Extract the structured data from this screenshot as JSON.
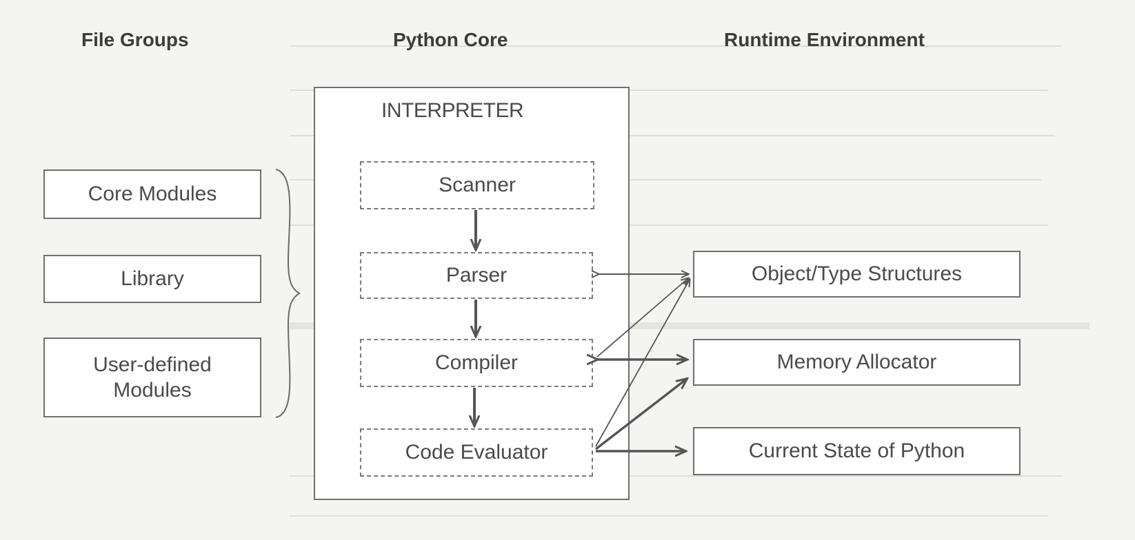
{
  "headings": {
    "file_groups": "File Groups",
    "python_core": "Python Core",
    "runtime_environment": "Runtime Environment"
  },
  "file_groups": {
    "core_modules": "Core Modules",
    "library": "Library",
    "user_defined_line1": "User-defined",
    "user_defined_line2": "Modules"
  },
  "python_core": {
    "interpreter_label": "INTERPRETER",
    "scanner": "Scanner",
    "parser": "Parser",
    "compiler": "Compiler",
    "code_evaluator": "Code Evaluator"
  },
  "runtime_environment": {
    "object_type_structures": "Object/Type Structures",
    "memory_allocator": "Memory Allocator",
    "current_state": "Current State of Python"
  },
  "colors": {
    "background": "#f4f4f2",
    "box_border": "#6f6f6f",
    "arrow": "#555555",
    "text": "#4a4a4a"
  }
}
